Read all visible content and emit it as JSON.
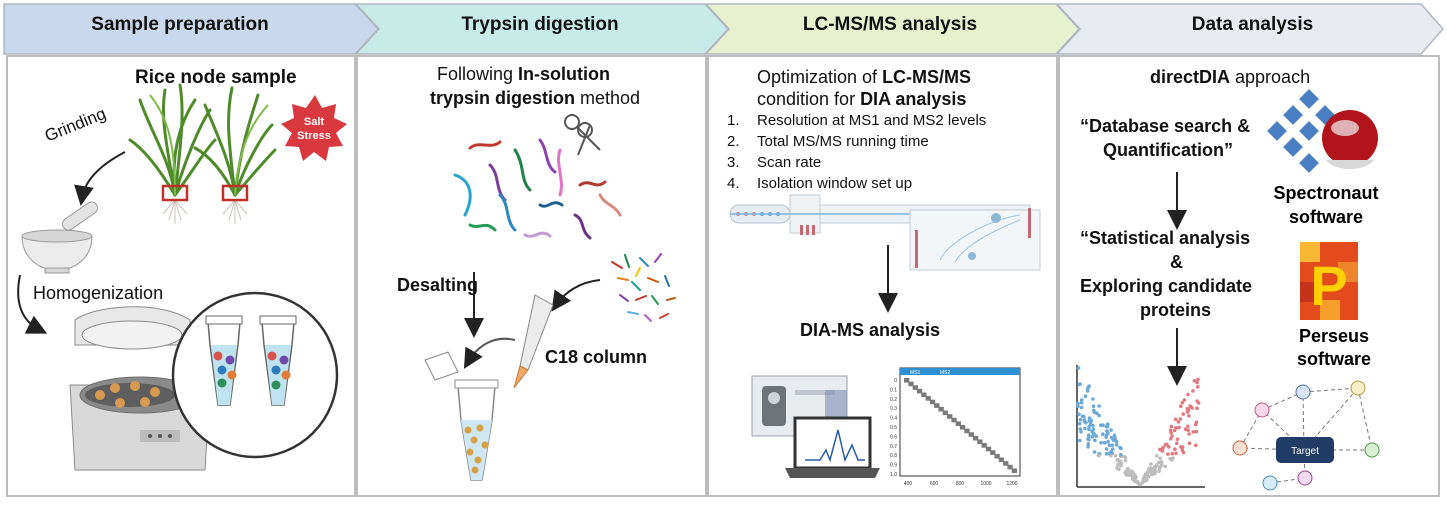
{
  "stages": [
    {
      "title": "Sample preparation",
      "color": "#c9d9ed"
    },
    {
      "title": "Trypsin digestion",
      "color": "#c8ebe8"
    },
    {
      "title": "LC-MS/MS analysis",
      "color": "#e7f0cf"
    },
    {
      "title": "Data analysis",
      "color": "#e8ecf1"
    }
  ],
  "sample_prep": {
    "heading": "Rice node sample",
    "grinding": "Grinding",
    "salt_line1": "Salt",
    "salt_line2": "Stress",
    "homogenization": "Homogenization"
  },
  "trypsin": {
    "line1_plain": "Following ",
    "line1_bold": "In-solution",
    "line2_bold": "trypsin digestion",
    "line2_plain": " method",
    "desalting": "Desalting",
    "c18": "C18 column"
  },
  "lcms": {
    "line1_plain": "Optimization of ",
    "line1_bold": "LC-MS/MS",
    "line2_plain": "condition for ",
    "line2_bold": "DIA analysis",
    "steps": [
      {
        "num": "1.",
        "text": "Resolution at MS1 and MS2 levels"
      },
      {
        "num": "2.",
        "text": "Total MS/MS running  time"
      },
      {
        "num": "3.",
        "text": "Scan rate"
      },
      {
        "num": "4.",
        "text": "Isolation window set up"
      }
    ],
    "dia_ms": "DIA-MS analysis",
    "chart_legend": [
      "MS1",
      "MS2"
    ],
    "chart_yticks": [
      "0",
      "0.1",
      "0.2",
      "0.3",
      "0.4",
      "0.5",
      "0.6",
      "0.7",
      "0.8",
      "0.9",
      "1.0"
    ],
    "chart_xticks": [
      "400",
      "600",
      "800",
      "1000",
      "1200"
    ]
  },
  "data_analysis": {
    "line1_bold": "directDIA",
    "line1_plain": " approach",
    "db_line1": "“Database search &",
    "db_line2": "Quantification”",
    "spectronaut_line1": "Spectronaut",
    "spectronaut_line2": "software",
    "stat_line1": "“Statistical analysis",
    "stat_line2": "&",
    "stat_line3": "Exploring candidate",
    "stat_line4": "proteins",
    "perseus_line1": "Perseus",
    "perseus_line2": "software",
    "perseus_logo_letter": "P",
    "network_target": "Target"
  }
}
